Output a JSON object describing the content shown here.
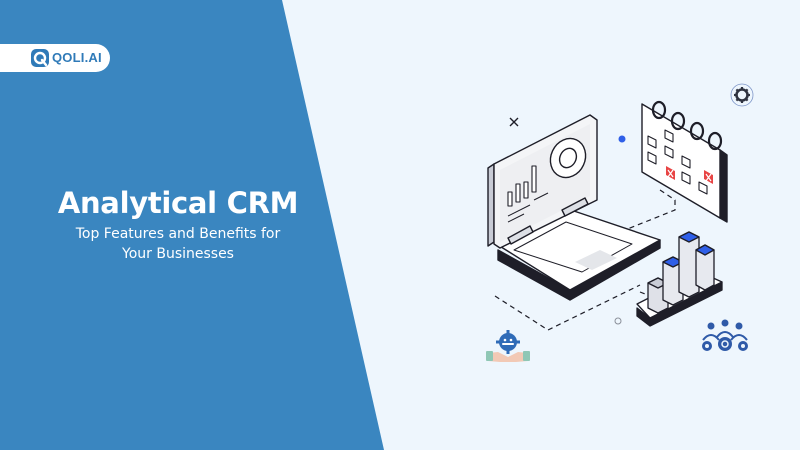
{
  "brand": {
    "name": "QOLI.AI",
    "color": "#2f7ab8"
  },
  "hero": {
    "title": "Analytical CRM",
    "subtitle_line1": "Top Features and Benefits for",
    "subtitle_line2": "Your Businesses"
  },
  "colors": {
    "panel_blue": "#3a86c0",
    "background": "#eef6fd",
    "accent_blue": "#2f5fe8",
    "accent_red": "#e84545",
    "ink": "#1e1e28"
  },
  "illustration": {
    "icons": [
      "laptop-dashboard-icon",
      "calendar-checklist-icon",
      "bar-chart-3d-icon",
      "gear-refresh-icon",
      "handshake-gear-icon",
      "team-gears-icon"
    ]
  }
}
